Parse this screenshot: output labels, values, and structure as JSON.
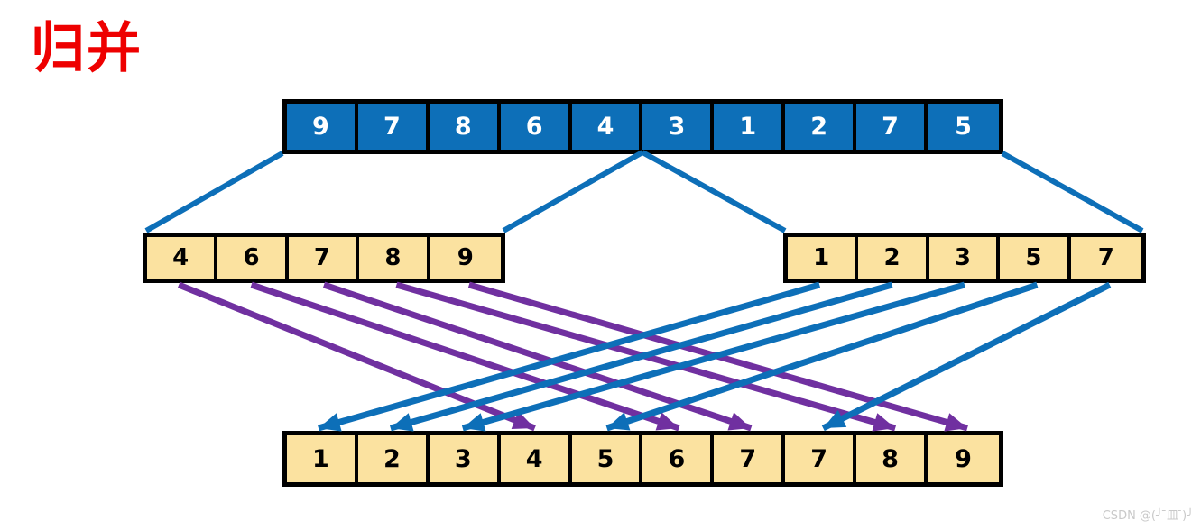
{
  "title": "归并",
  "watermark": "CSDN @(╯ ̄皿 ̄)╯",
  "colors": {
    "blue": "#0d6fb8",
    "purple": "#7030a0",
    "tan": "#fbe2a0",
    "black": "#000000",
    "title_red": "#ee0000",
    "watermark_gray": "#c9c9c9"
  },
  "arrays": {
    "top": {
      "label": "unsorted-array",
      "values": [
        "9",
        "7",
        "8",
        "6",
        "4",
        "3",
        "1",
        "2",
        "7",
        "5"
      ]
    },
    "left": {
      "label": "sorted-left-half",
      "values": [
        "4",
        "6",
        "7",
        "8",
        "9"
      ]
    },
    "right": {
      "label": "sorted-right-half",
      "values": [
        "1",
        "2",
        "3",
        "5",
        "7"
      ]
    },
    "bottom": {
      "label": "merged-array",
      "values": [
        "1",
        "2",
        "3",
        "4",
        "5",
        "6",
        "7",
        "7",
        "8",
        "9"
      ]
    }
  },
  "chart_data": {
    "type": "diagram",
    "title": "归并",
    "description": "Merge step of merge sort: two sorted halves merged into one sorted array",
    "split_lines": [
      {
        "name": "split-top-left-to-left-array",
        "color": "#0d6fb8",
        "from": [
          313,
          170
        ],
        "to": [
          162,
          256
        ]
      },
      {
        "name": "split-top-mid-to-left-array",
        "color": "#0d6fb8",
        "from": [
          712,
          169
        ],
        "to": [
          558,
          256
        ]
      },
      {
        "name": "split-top-mid-to-right-array",
        "color": "#0d6fb8",
        "from": [
          712,
          169
        ],
        "to": [
          870,
          256
        ]
      },
      {
        "name": "split-top-right-to-right-array",
        "color": "#0d6fb8",
        "from": [
          1111,
          170
        ],
        "to": [
          1266,
          256
        ]
      }
    ],
    "merge_arrows_purple": [
      {
        "name": "merge-arrow-4",
        "value": "4",
        "from_index": 0,
        "to_index": 3,
        "color": "#7030a0"
      },
      {
        "name": "merge-arrow-6",
        "value": "6",
        "from_index": 1,
        "to_index": 5,
        "color": "#7030a0"
      },
      {
        "name": "merge-arrow-7-left",
        "value": "7",
        "from_index": 2,
        "to_index": 6,
        "color": "#7030a0"
      },
      {
        "name": "merge-arrow-8",
        "value": "8",
        "from_index": 3,
        "to_index": 8,
        "color": "#7030a0"
      },
      {
        "name": "merge-arrow-9",
        "value": "9",
        "from_index": 4,
        "to_index": 9,
        "color": "#7030a0"
      }
    ],
    "merge_arrows_blue": [
      {
        "name": "merge-arrow-1",
        "value": "1",
        "from_index": 0,
        "to_index": 0,
        "color": "#0d6fb8"
      },
      {
        "name": "merge-arrow-2",
        "value": "2",
        "from_index": 1,
        "to_index": 1,
        "color": "#0d6fb8"
      },
      {
        "name": "merge-arrow-3",
        "value": "3",
        "from_index": 2,
        "to_index": 2,
        "color": "#0d6fb8"
      },
      {
        "name": "merge-arrow-5",
        "value": "5",
        "from_index": 3,
        "to_index": 4,
        "color": "#0d6fb8"
      },
      {
        "name": "merge-arrow-7-right",
        "value": "7",
        "from_index": 4,
        "to_index": 7,
        "color": "#0d6fb8"
      }
    ]
  }
}
